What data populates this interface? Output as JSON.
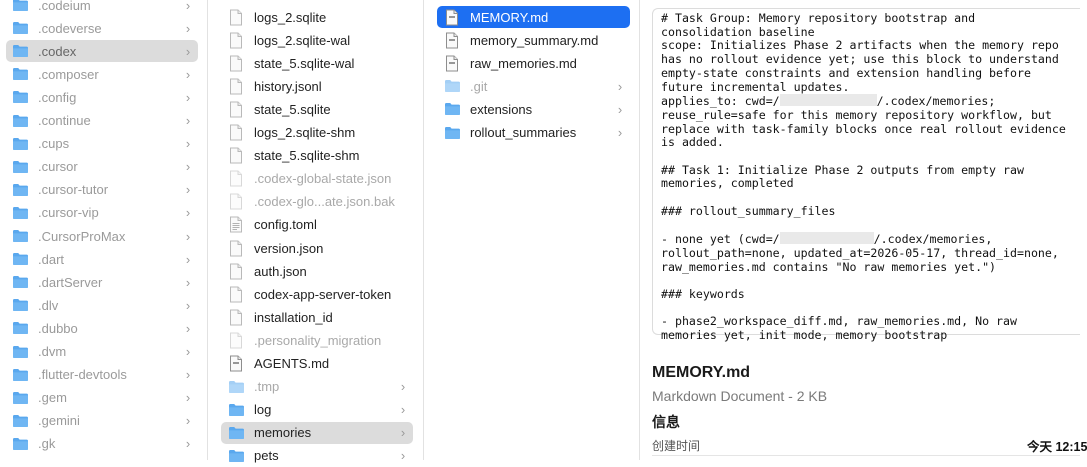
{
  "colors": {
    "selection_blue": "#1d6ff2",
    "selection_gray": "#dcdcdc",
    "folder_blue": "#5aa8ee"
  },
  "column1": {
    "items": [
      {
        "label": ".codeium",
        "icon": "folder-icon"
      },
      {
        "label": ".codeverse",
        "icon": "folder-icon"
      },
      {
        "label": ".codex",
        "icon": "folder-icon"
      },
      {
        "label": ".composer",
        "icon": "folder-icon"
      },
      {
        "label": ".config",
        "icon": "folder-icon"
      },
      {
        "label": ".continue",
        "icon": "folder-icon"
      },
      {
        "label": ".cups",
        "icon": "folder-icon"
      },
      {
        "label": ".cursor",
        "icon": "folder-icon"
      },
      {
        "label": ".cursor-tutor",
        "icon": "folder-icon"
      },
      {
        "label": ".cursor-vip",
        "icon": "folder-icon"
      },
      {
        "label": ".CursorProMax",
        "icon": "folder-icon"
      },
      {
        "label": ".dart",
        "icon": "folder-icon"
      },
      {
        "label": ".dartServer",
        "icon": "folder-icon"
      },
      {
        "label": ".dlv",
        "icon": "folder-icon"
      },
      {
        "label": ".dubbo",
        "icon": "folder-icon"
      },
      {
        "label": ".dvm",
        "icon": "folder-icon"
      },
      {
        "label": ".flutter-devtools",
        "icon": "folder-icon"
      },
      {
        "label": ".gem",
        "icon": "folder-icon"
      },
      {
        "label": ".gemini",
        "icon": "folder-icon"
      },
      {
        "label": ".gk",
        "icon": "folder-icon"
      }
    ],
    "chevron": "›"
  },
  "column2": {
    "items": [
      {
        "label": "logs_2.sqlite",
        "icon": "file-icon"
      },
      {
        "label": "logs_2.sqlite-wal",
        "icon": "file-icon"
      },
      {
        "label": "state_5.sqlite-wal",
        "icon": "file-icon"
      },
      {
        "label": "history.jsonl",
        "icon": "file-icon"
      },
      {
        "label": "state_5.sqlite",
        "icon": "file-icon"
      },
      {
        "label": "logs_2.sqlite-shm",
        "icon": "file-icon"
      },
      {
        "label": "state_5.sqlite-shm",
        "icon": "file-icon"
      },
      {
        "label": ".codex-global-state.json",
        "icon": "file-icon"
      },
      {
        "label": ".codex-glo...ate.json.bak",
        "icon": "file-icon"
      },
      {
        "label": "config.toml",
        "icon": "text-file-icon"
      },
      {
        "label": "version.json",
        "icon": "file-icon"
      },
      {
        "label": "auth.json",
        "icon": "file-icon"
      },
      {
        "label": "codex-app-server-token",
        "icon": "file-icon"
      },
      {
        "label": "installation_id",
        "icon": "file-icon"
      },
      {
        "label": ".personality_migration",
        "icon": "file-icon"
      },
      {
        "label": "AGENTS.md",
        "icon": "markdown-file-icon"
      },
      {
        "label": ".tmp",
        "icon": "folder-icon"
      },
      {
        "label": "log",
        "icon": "folder-icon"
      },
      {
        "label": "memories",
        "icon": "folder-icon"
      },
      {
        "label": "pets",
        "icon": "folder-icon"
      }
    ],
    "chevron": "›"
  },
  "column3": {
    "items": [
      {
        "label": "MEMORY.md",
        "icon": "markdown-file-icon"
      },
      {
        "label": "memory_summary.md",
        "icon": "markdown-file-icon"
      },
      {
        "label": "raw_memories.md",
        "icon": "markdown-file-icon"
      },
      {
        "label": ".git",
        "icon": "folder-icon"
      },
      {
        "label": "extensions",
        "icon": "folder-icon"
      },
      {
        "label": "rollout_summaries",
        "icon": "folder-icon"
      }
    ],
    "chevron": "›"
  },
  "preview": {
    "l1": "# Task Group: Memory repository bootstrap and consolidation baseline",
    "l2": "scope: Initializes Phase 2 artifacts when the memory repo has no rollout evidence yet; use this block to understand empty-state constraints and extension handling before future incremental updates.",
    "l3a": "applies_to: cwd=/",
    "l3b": "/.codex/memories;",
    "l4": "reuse_rule=safe for this memory repository workflow, but replace with task-family blocks once real rollout evidence is added.",
    "l5": "## Task 1: Initialize Phase 2 outputs from empty raw memories, completed",
    "l6": "### rollout_summary_files",
    "l7a": "- none yet (cwd=/",
    "l7b": "/.codex/memories, rollout_path=none, updated_at=2026-05-17, thread_id=none, raw_memories.md contains \"No raw memories yet.\")",
    "l8": "### keywords",
    "l9": "- phase2_workspace_diff.md, raw_memories.md, No raw memories yet, init mode, memory bootstrap"
  },
  "info": {
    "filename": "MEMORY.md",
    "kind": "Markdown Document - 2 KB",
    "section": "信息",
    "created_label": "创建时间",
    "created_value": "今天 12:15"
  }
}
